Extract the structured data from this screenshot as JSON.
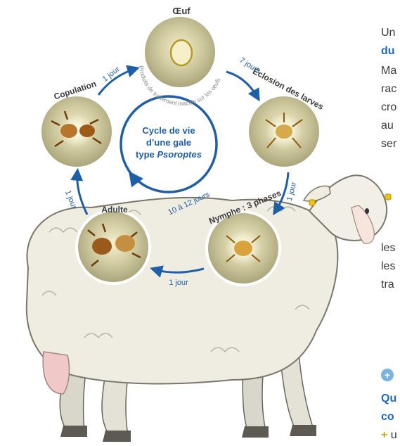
{
  "diagram": {
    "center_title_line1": "Cycle de vie",
    "center_title_line2": "d’une gale",
    "center_title_line3_prefix": "type ",
    "center_title_line3_italic": "Psoroptes",
    "stages": {
      "oeuf": "Œuf",
      "eclosion": "Éclosion des larves",
      "nymphe": "Nymphe : 3 phases",
      "adulte": "Adulte",
      "copulation": "Copulation"
    },
    "durations": {
      "oeuf_to_eclosion": "7 jours",
      "eclosion_to_nymphe": "1 jour",
      "nymphe_to_adulte": "1 jour",
      "adulte_to_copulation": "1 jour",
      "copulation_to_oeuf": "1 jour",
      "cycle_total": "10 à 12 jours"
    },
    "egg_note": "Produits de traitement inactifs sur les œufs"
  },
  "right_column": {
    "line1": "Un",
    "line2_bold": "du",
    "line3": "Ma",
    "line4": "rac",
    "line5": "cro",
    "line6": "au",
    "line7": "ser",
    "line8": "les",
    "line9": "les",
    "line10": "tra",
    "heading_line1": "Qu",
    "heading_line2": "co",
    "bullet_symbol": "+",
    "bullet_text": "u",
    "bullet_line2": "(",
    "info_icon_symbol": "+"
  },
  "colors": {
    "accent_blue": "#1e5fa8",
    "label_dark": "#3a3a3a",
    "circle_fill": "#c9c39a"
  }
}
